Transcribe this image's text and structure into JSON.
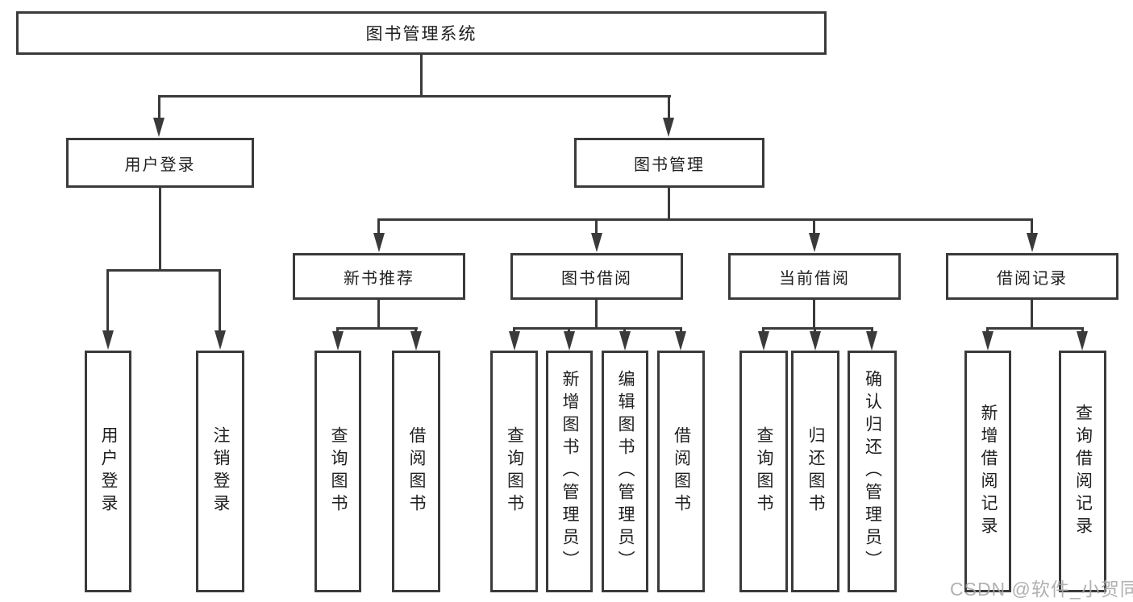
{
  "nodes": {
    "root": "图书管理系统",
    "user_login": "用户登录",
    "book_mgmt": "图书管理",
    "new_book_rec": "新书推荐",
    "book_borrow": "图书借阅",
    "current_borrow": "当前借阅",
    "borrow_record": "借阅记录",
    "ul_login": "用户登录",
    "ul_logout": "注销登录",
    "nbr_query": "查询图书",
    "nbr_borrow": "借阅图书",
    "bb_query": "查询图书",
    "bb_add": "新增图书（管理员）",
    "bb_edit": "编辑图书（管理员）",
    "bb_borrow": "借阅图书",
    "cb_query": "查询图书",
    "cb_return": "归还图书",
    "cb_confirm": "确认归还（管理员）",
    "br_add": "新增借阅记录",
    "br_query": "查询借阅记录"
  },
  "hierarchy": {
    "图书管理系统": {
      "用户登录": [
        "用户登录",
        "注销登录"
      ],
      "图书管理": {
        "新书推荐": [
          "查询图书",
          "借阅图书"
        ],
        "图书借阅": [
          "查询图书",
          "新增图书（管理员）",
          "编辑图书（管理员）",
          "借阅图书"
        ],
        "当前借阅": [
          "查询图书",
          "归还图书",
          "确认归还（管理员）"
        ],
        "借阅记录": [
          "新增借阅记录",
          "查询借阅记录"
        ]
      }
    }
  },
  "watermark": "CSDN @软件_小贺同学",
  "colors": {
    "line": "#3a3a3a",
    "text": "#1f1f1f",
    "watermark": "#a6a6a6",
    "background": "#ffffff"
  }
}
